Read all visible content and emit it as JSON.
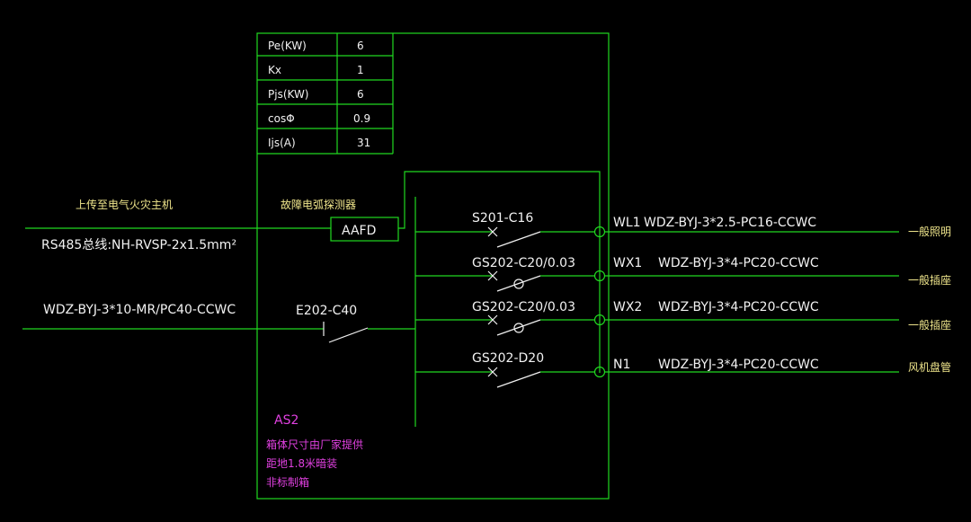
{
  "load_table": [
    {
      "param": "Pe(KW)",
      "value": "6"
    },
    {
      "param": "Kx",
      "value": "1"
    },
    {
      "param": "Pjs(KW)",
      "value": "6"
    },
    {
      "param": "cosΦ",
      "value": "0.9"
    },
    {
      "param": "Ijs(A)",
      "value": "31"
    }
  ],
  "incoming": {
    "fire_host_label": "上传至电气火灾主机",
    "rs485_label": "RS485总线:NH-RVSP-2x1.5mm²",
    "main_cable": "WDZ-BYJ-3*10-MR/PC40-CCWC",
    "main_breaker": "E202-C40"
  },
  "arc_detector": {
    "label": "故障电弧探测器",
    "box": "AAFD"
  },
  "branches": [
    {
      "breaker": "S201-C16",
      "circuit": "WL1",
      "cable": "WDZ-BYJ-3*2.5-PC16-CCWC",
      "load": "一般照明",
      "rcd": false
    },
    {
      "breaker": "GS202-C20/0.03",
      "circuit": "WX1",
      "cable": "WDZ-BYJ-3*4-PC20-CCWC",
      "load": "一般插座",
      "rcd": true
    },
    {
      "breaker": "GS202-C20/0.03",
      "circuit": "WX2",
      "cable": "WDZ-BYJ-3*4-PC20-CCWC",
      "load": "一般插座",
      "rcd": true
    },
    {
      "breaker": "GS202-D20",
      "circuit": "N1",
      "cable": "WDZ-BYJ-3*4-PC20-CCWC",
      "load": "风机盘管",
      "rcd": false
    }
  ],
  "panel": {
    "name": "AS2",
    "notes": [
      "箱体尺寸由厂家提供",
      "距地1.8米暗装",
      "非标制箱"
    ]
  },
  "colors": {
    "background": "#000000",
    "line_green": "#20d820",
    "line_white": "#f0f0f0",
    "text_magenta": "#e040e0",
    "text_yellow": "#f0e68c"
  }
}
